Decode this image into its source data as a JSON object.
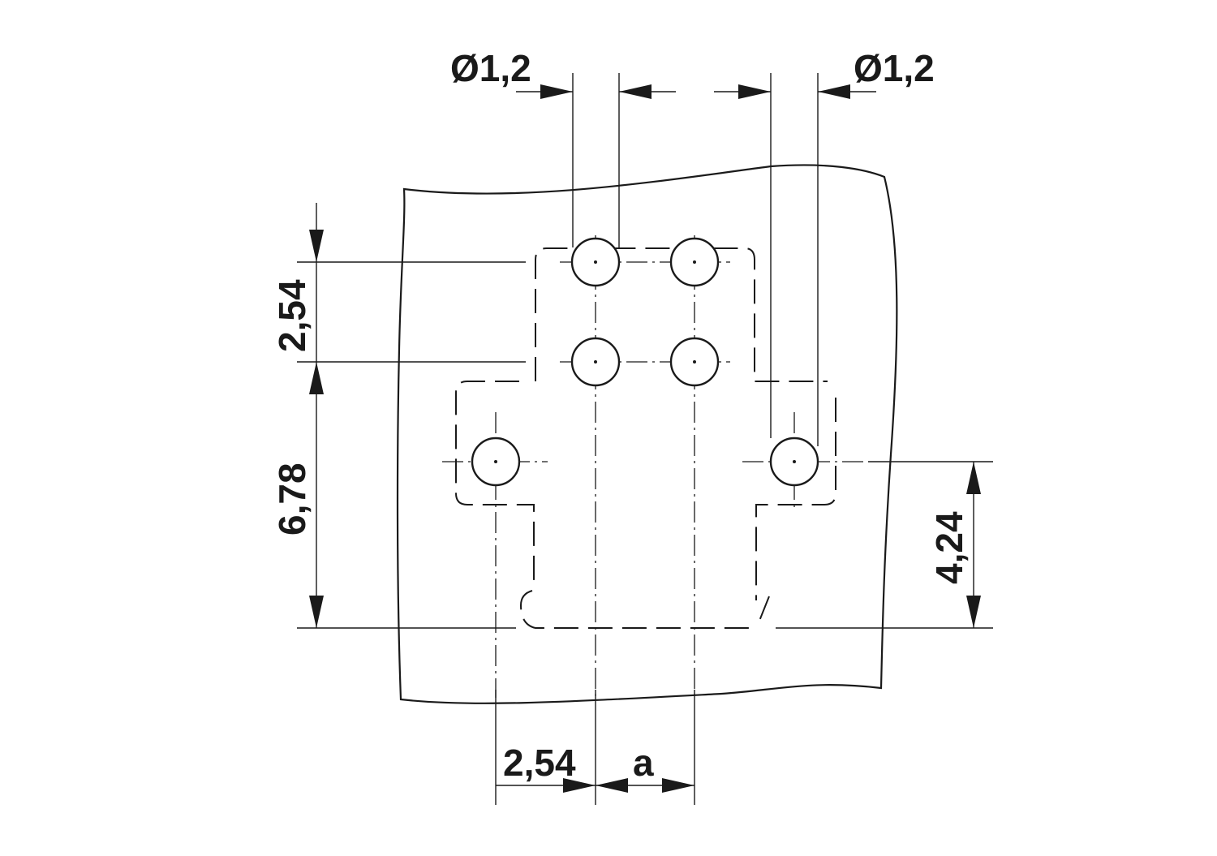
{
  "drawing": {
    "labels": {
      "hole_diameter_left": "Ø1,2",
      "hole_diameter_right": "Ø1,2",
      "row_pitch": "2,54",
      "offset_vertical": "6,78",
      "side_pin_height": "4,24",
      "column_pitch": "2,54",
      "variable_pitch": "a"
    },
    "line_color": "#1a1a1a",
    "background": "#ffffff"
  }
}
